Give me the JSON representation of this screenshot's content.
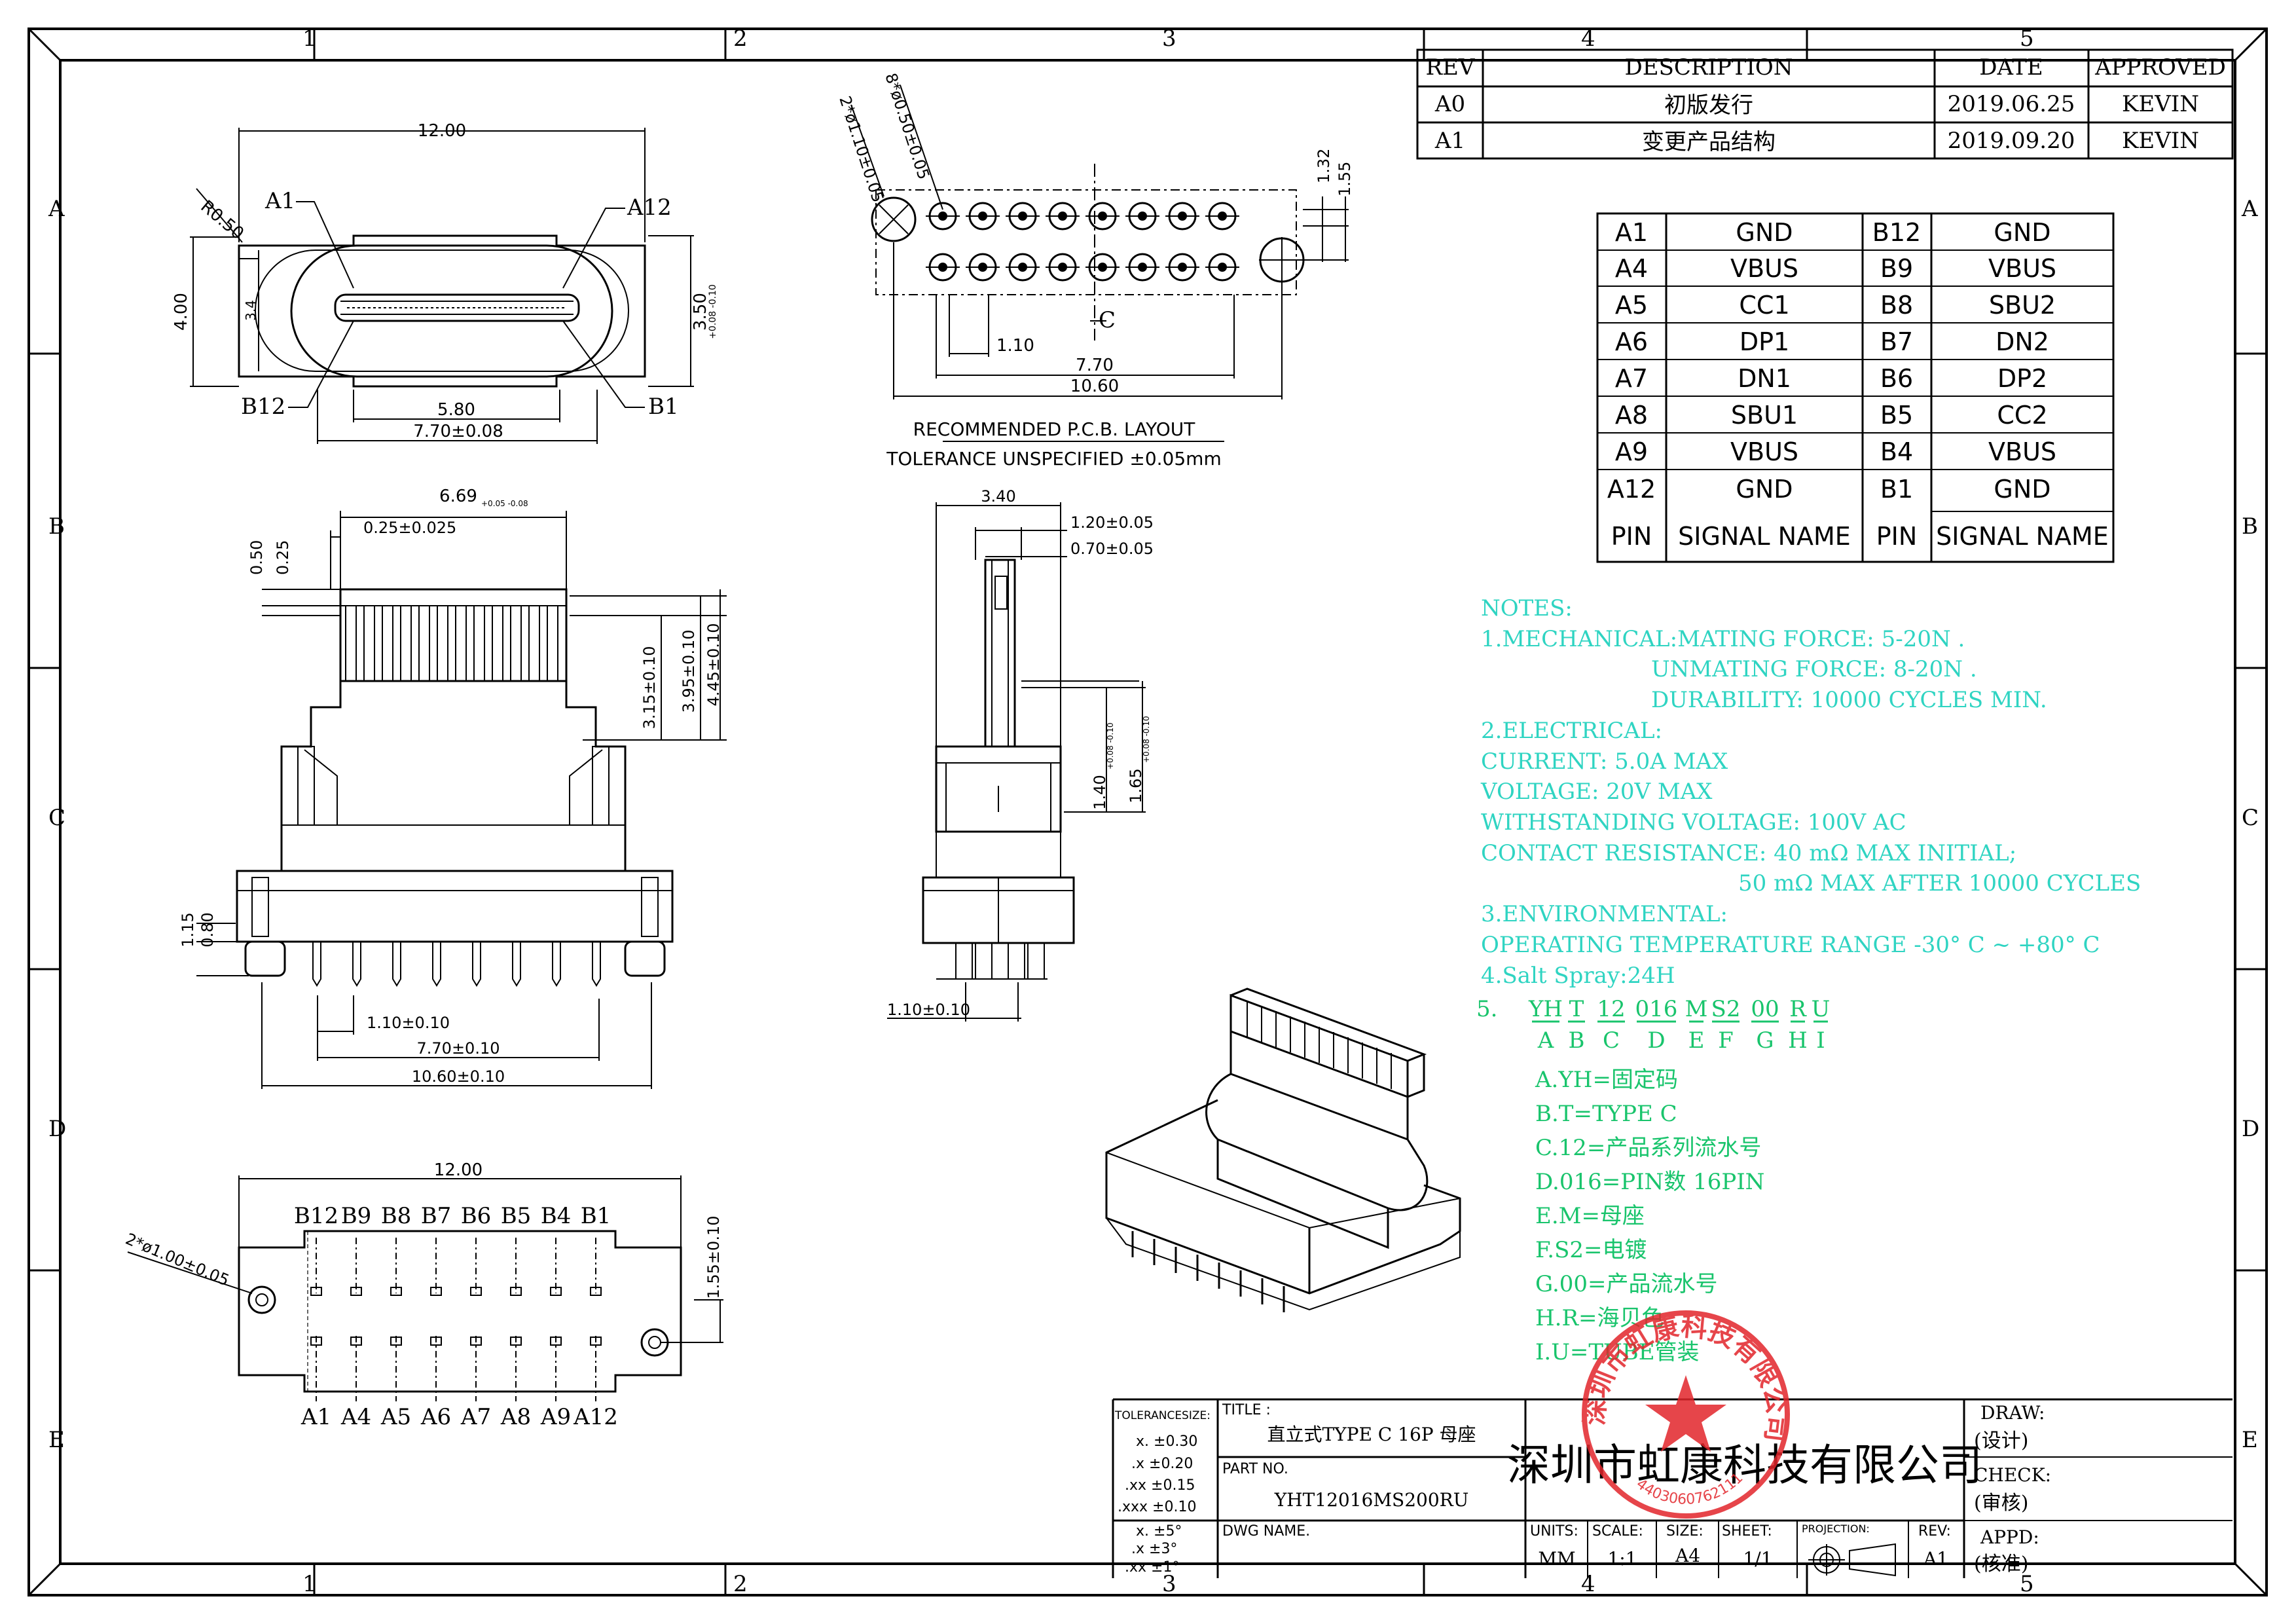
{
  "frame": {
    "col_labels": [
      "1",
      "2",
      "3",
      "4",
      "5"
    ],
    "row_labels": [
      "A",
      "B",
      "C",
      "D",
      "E"
    ]
  },
  "revision": {
    "headers": [
      "REV",
      "DESCRIPTION",
      "DATE",
      "APPROVED"
    ],
    "rows": [
      [
        "A0",
        "初版发行",
        "2019.06.25",
        "KEVIN"
      ],
      [
        "A1",
        "变更产品结构",
        "2019.09.20",
        "KEVIN"
      ]
    ]
  },
  "pins": {
    "rows": [
      [
        "A1",
        "GND",
        "B12",
        "GND"
      ],
      [
        "A4",
        "VBUS",
        "B9",
        "VBUS"
      ],
      [
        "A5",
        "CC1",
        "B8",
        "SBU2"
      ],
      [
        "A6",
        "DP1",
        "B7",
        "DN2"
      ],
      [
        "A7",
        "DN1",
        "B6",
        "DP2"
      ],
      [
        "A8",
        "SBU1",
        "B5",
        "CC2"
      ],
      [
        "A9",
        "VBUS",
        "B4",
        "VBUS"
      ],
      [
        "A12",
        "GND",
        "B1",
        "GND"
      ]
    ],
    "footer": [
      "PIN",
      "SIGNAL NAME",
      "PIN",
      "SIGNAL NAME"
    ]
  },
  "notes": {
    "heading": "NOTES:",
    "lines": [
      "1.MECHANICAL:MATING FORCE: 5-20N .",
      "UNMATING FORCE: 8-20N .",
      "DURABILITY: 10000 CYCLES MIN.",
      "2.ELECTRICAL:",
      "CURRENT: 5.0A MAX",
      "VOLTAGE: 20V MAX",
      "WITHSTANDING VOLTAGE: 100V AC",
      "CONTACT RESISTANCE: 40 mΩ MAX INITIAL;",
      "50 mΩ MAX AFTER 10000 CYCLES",
      "3.ENVIRONMENTAL:",
      "OPERATING TEMPERATURE RANGE -30° C ~ +80° C",
      "4.Salt Spray:24H"
    ],
    "code_prefix": "5.",
    "code_parts": [
      "YH",
      "T",
      "12",
      "016",
      "M",
      "S2",
      "00",
      "R",
      "U"
    ],
    "code_letters": [
      "A",
      "B",
      "C",
      "D",
      "E",
      "F",
      "G",
      "H",
      "I"
    ],
    "legend": [
      "A.YH=固定码",
      "B.T=TYPE C",
      "C.12=产品系列流水号",
      "D.016=PIN数 16PIN",
      "E.M=母座",
      "F.S2=电镀",
      "G.00=产品流水号",
      "H.R=海贝色",
      "I.U=TUBE管装"
    ]
  },
  "pcb": {
    "title": "RECOMMENDED   P.C.B. LAYOUT",
    "tolerance": "TOLERANCE UNSPECIFIED ±0.05mm",
    "dims": {
      "holes_small": "8*ø0.50±0.05",
      "holes_big": "2*ø1.10±0.05",
      "pitch": "1.10",
      "span1": "7.70",
      "span2": "10.60",
      "h1": "1.32",
      "h2": "1.55",
      "cl": "C"
    }
  },
  "views": {
    "top": {
      "width": "12.00",
      "radius": "R0.50",
      "height": "4.00",
      "inner": "3.4",
      "depth": "3.50",
      "depth_tol": "+0.08 -0.10",
      "a1": "A1",
      "a12": "A12",
      "b12": "B12",
      "b1": "B1",
      "w1": "5.80",
      "w2": "7.70±0.08"
    },
    "front": {
      "top": "6.69",
      "top_tol": "+0.05 -0.08",
      "t1": "0.25±0.025",
      "t2": "0.50",
      "t3": "0.25",
      "h1": "3.15±0.10",
      "h2": "3.95±0.10",
      "h3": "4.45±0.10",
      "s1": "1.15",
      "s2": "0.80",
      "p": "1.10±0.10",
      "w1": "7.70±0.10",
      "w2": "10.60±0.10"
    },
    "side": {
      "w": "3.40",
      "d1": "1.20±0.05",
      "d2": "0.70±0.05",
      "h1": "1.40",
      "h1_tol": "+0.08 -0.10",
      "h2": "1.65",
      "h2_tol": "+0.08 -0.10",
      "p": "1.10±0.10"
    },
    "bottom": {
      "width": "12.00",
      "holes": "2*ø1.00±0.05",
      "h": "1.55±0.10",
      "top_pins": [
        "B12",
        "B9",
        "B8",
        "B7",
        "B6",
        "B5",
        "B4",
        "B1"
      ],
      "bot_pins": [
        "A1",
        "A4",
        "A5",
        "A6",
        "A7",
        "A8",
        "A9",
        "A12"
      ]
    }
  },
  "titleblock": {
    "tol_label": "TOLERANCESIZE:",
    "tols": [
      "x. ±0.30",
      ".x ±0.20",
      ".xx ±0.15",
      ".xxx ±0.10"
    ],
    "angs": [
      "x. ±5°",
      ".x ±3°",
      ".xx ±1°"
    ],
    "title_label": "TITLE :",
    "title": "直立式TYPE C 16P 母座",
    "part_label": "PART NO.",
    "part": "YHT12016MS200RU",
    "dwg_label": "DWG NAME.",
    "company": "深圳市虹康科技有限公司",
    "units_label": "UNITS:",
    "units": "MM",
    "scale_label": "SCALE:",
    "scale": "1:1",
    "size_label": "SIZE:",
    "size": "A4",
    "sheet_label": "SHEET:",
    "sheet": "1/1",
    "proj_label": "PROJECTION:",
    "rev_label": "REV:",
    "rev": "A1",
    "draw_label": "DRAW:",
    "draw": "(设计)",
    "check_label": "CHECK:",
    "check": "(审核)",
    "appd_label": "APPD:",
    "appd": "(核准)",
    "stamp_text": "深圳市虹康科技有限公司",
    "stamp_num": "4403060762111"
  },
  "colors": {
    "notes": "#2fd4c2",
    "code": "#19c46c",
    "stamp": "#e2252b"
  }
}
